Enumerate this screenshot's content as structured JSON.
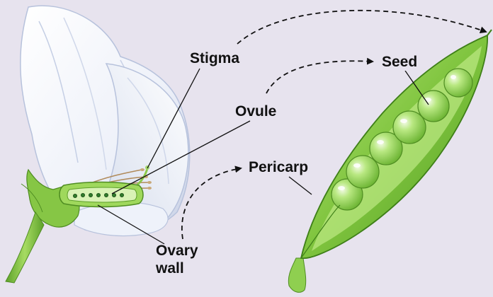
{
  "labels": {
    "stigma": "Stigma",
    "ovule": "Ovule",
    "seed": "Seed",
    "pericarp": "Pericarp",
    "ovary_line1": "Ovary",
    "ovary_line2": "wall"
  },
  "colors": {
    "background": "#e7e3ee",
    "petal": "#f4f6fc",
    "petal_shadow": "#c9d2e6",
    "stem_green": "#7fbf3a",
    "pod_green": "#8fd14a",
    "pea_green": "#a9df6c",
    "arrow": "#111111"
  }
}
